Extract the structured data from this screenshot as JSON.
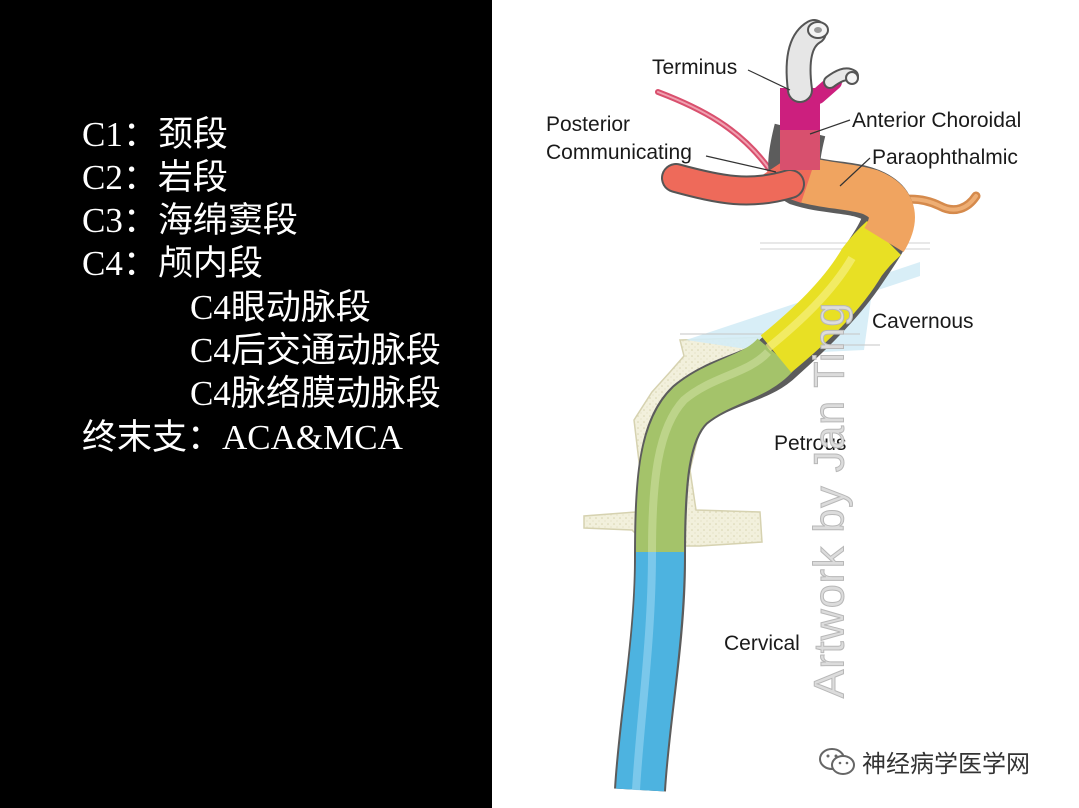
{
  "segments": [
    {
      "text": "C1：颈段",
      "indent": false
    },
    {
      "text": "C2：岩段",
      "indent": false
    },
    {
      "text": "C3：海绵窦段",
      "indent": false
    },
    {
      "text": "C4：颅内段",
      "indent": false
    },
    {
      "text": "C4眼动脉段",
      "indent": true
    },
    {
      "text": "C4后交通动脉段",
      "indent": true
    },
    {
      "text": "C4脉络膜动脉段",
      "indent": true
    },
    {
      "text": "终末支：ACA&MCA",
      "indent": false
    }
  ],
  "diagram": {
    "labels": {
      "terminus": "Terminus",
      "posterior_1": "Posterior",
      "posterior_2": "Communicating",
      "anterior_choroidal": "Anterior Choroidal",
      "paraophthalmic": "Paraophthalmic",
      "cavernous": "Cavernous",
      "petrous": "Petrous",
      "cervical": "Cervical"
    },
    "credit": "Artwork by Jan Ting",
    "segment_colors": {
      "cervical": "#4db3e0",
      "petrous": "#a4c36a",
      "cavernous": "#e8e024",
      "paraophthalmic": "#f0a460",
      "communicating": "#ee6a5a",
      "choroidal": "#d8506e",
      "terminus": "#cc1f7e",
      "aca_mca": "#e6e6e6"
    }
  },
  "watermark": {
    "icon": "wechat-icon",
    "text": "神经病学医学网"
  }
}
